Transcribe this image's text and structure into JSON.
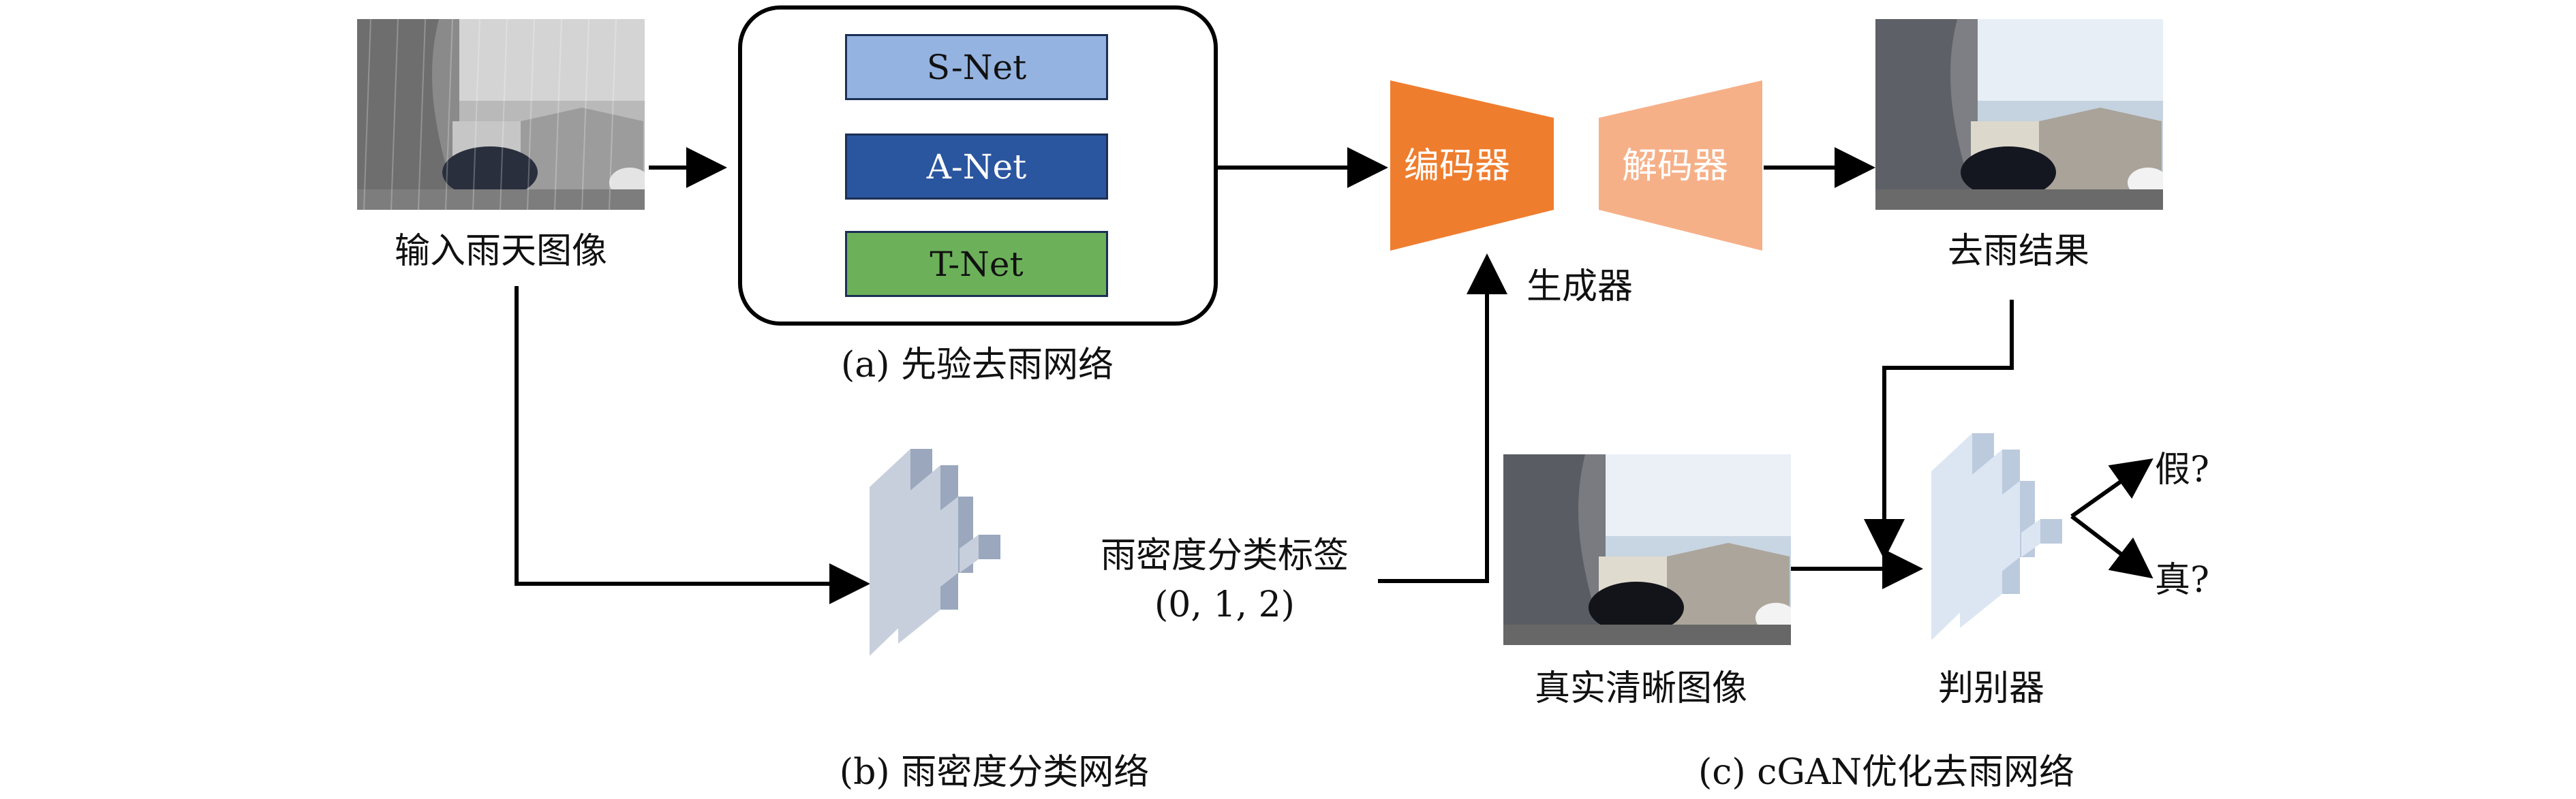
{
  "input": {
    "label": "输入雨天图像"
  },
  "prior_network": {
    "caption": "(a) 先验去雨网络",
    "nets": [
      {
        "label": "S-Net",
        "color": "#94b3e0",
        "text_color": "#111111"
      },
      {
        "label": "A-Net",
        "color": "#2a559f",
        "text_color": "#ffffff"
      },
      {
        "label": "T-Net",
        "color": "#6cb15a",
        "text_color": "#111111"
      }
    ]
  },
  "generator": {
    "encoder": {
      "label": "编码器",
      "color": "#ef7d2e"
    },
    "decoder": {
      "label": "解码器",
      "color": "#f6b088"
    },
    "label": "生成器"
  },
  "output": {
    "label": "去雨结果"
  },
  "classifier": {
    "caption": "(b) 雨密度分类网络",
    "label_line1": "雨密度分类标签",
    "label_line2": "(0, 1, 2)"
  },
  "real_image": {
    "label": "真实清晰图像"
  },
  "discriminator": {
    "label": "判别器",
    "outputs": [
      "假?",
      "真?"
    ],
    "caption": "(c) cGAN优化去雨网络"
  }
}
